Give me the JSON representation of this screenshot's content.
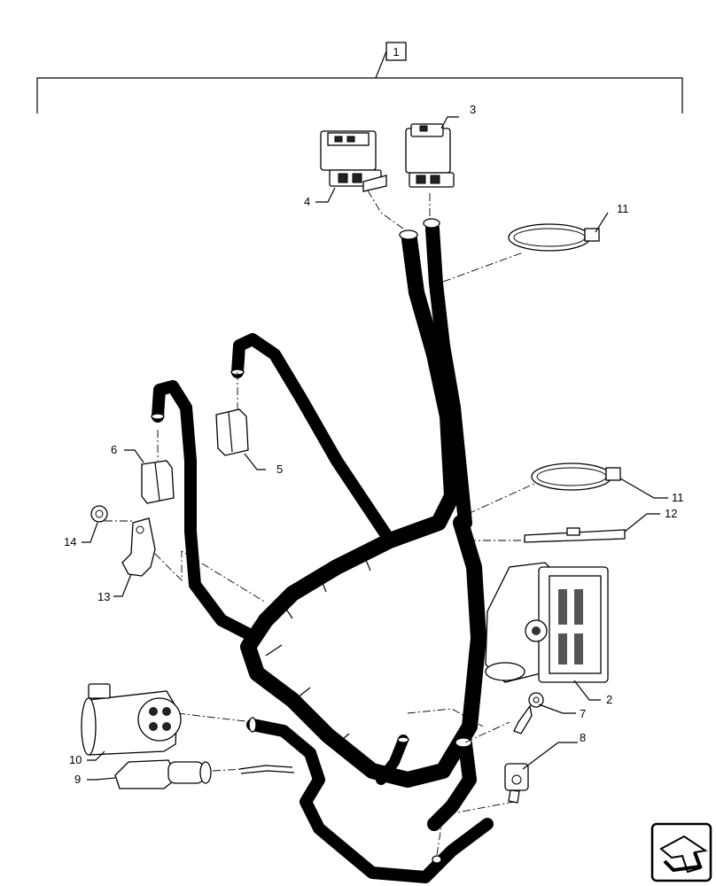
{
  "assembly_ref": "1",
  "callouts": [
    {
      "id": "c2",
      "label": "2"
    },
    {
      "id": "c3",
      "label": "3"
    },
    {
      "id": "c4",
      "label": "4"
    },
    {
      "id": "c5",
      "label": "5"
    },
    {
      "id": "c6",
      "label": "6"
    },
    {
      "id": "c7",
      "label": "7"
    },
    {
      "id": "c8",
      "label": "8"
    },
    {
      "id": "c9",
      "label": "9"
    },
    {
      "id": "c10",
      "label": "10"
    },
    {
      "id": "c11a",
      "label": "11"
    },
    {
      "id": "c11b",
      "label": "11"
    },
    {
      "id": "c12",
      "label": "12"
    },
    {
      "id": "c13",
      "label": "13"
    },
    {
      "id": "c14",
      "label": "14"
    }
  ],
  "nav_icon": "next-page-arrow-icon"
}
